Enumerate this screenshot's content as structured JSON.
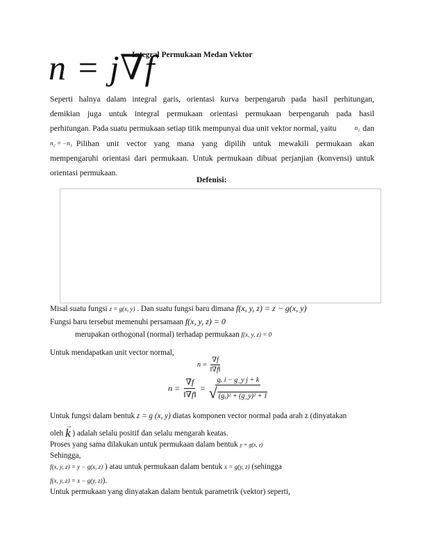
{
  "header": {
    "big_formula": "n = j∇f",
    "title": "Integral Permukaan Medan Vektor"
  },
  "intro": {
    "line1": "Seperti halnya dalam integral garis, orientasi kurva berpengaruh pada hasil perhitungan,",
    "line2": "demikian juga untuk integral permukaan orientasi permukaan berpengaruh pada hasil",
    "line3_a": "perhitungan. Pada suatu permukaan setiap titik mempunyai dua unit vektor normal, yaitu",
    "line3_sym": "n₁",
    "line3_b": "dan",
    "line4_sym": "n₂ = −n₁",
    "line4_b": "Pilihan unit vector yang mana yang dipilih untuk mewakili permukaan akan",
    "line5": "mempengaruhi orientasi dari permukaan. Untuk permukaan dibuat perjanjian (konvensi) untuk",
    "line6": "orientasi permukaan."
  },
  "definition": {
    "heading": "Defenisi:"
  },
  "body": {
    "l1_a": "Misal suatu fungsi",
    "l1_eq1": "z = g(x, y)",
    "l1_b": ". Dan suatu fungsi baru dimana",
    "l1_eq2": "f(x, y, z) = z − g(x, y)",
    "l2_a": "Fungsi baru tersebut memenuhi persamaan",
    "l2_eq": "f(x, y, z) = 0",
    "l3_a": "merupakan orthogonal (normal) terhadap permukaan",
    "l3_eq": "f(x, y, z) = 0",
    "l4": "Untuk mendapatkan unit vector normal,",
    "eq1_lhs": "n =",
    "eq1_num": "∇f",
    "eq1_den": "‖∇f‖",
    "eq2_lhs": "n =",
    "eq2_num": "∇f",
    "eq2_den": "‖∇f‖",
    "eq2_eq": "=",
    "eq2_num2": "gₓ i − g_y j + k",
    "eq2_den2": "(gₓ)² + (g_y)² + 1",
    "l5_a": "Untuk fungsi dalam bentuk",
    "l5_eq": "z = g (x, y)",
    "l5_b": "diatas komponen vector normal pada arah z (dinyatakan",
    "l6_a": "oleh",
    "l6_k": "k",
    "l6_b": ") adalah selalu positif dan selalu mengarah keatas.",
    "l7_a": "Proses yang sama dilakukan untuk permukaan dalam bentuk",
    "l7_eq": "y = g(x, z)",
    "l8": "Sehingga,",
    "l9_eq": "f(x, y, z) = y − g(x, z)",
    "l9_a": ") atau untuk permukaan dalam bentuk",
    "l9_eq2": "x = g(y, z)",
    "l9_b": "(sehingga",
    "l10_eq": "f(x, y, z) = x − g(y, z)",
    "l10_b": ").",
    "l11": "Untuk permukaan yang dinyatakan dalam bentuk parametrik (vektor) seperti,"
  }
}
